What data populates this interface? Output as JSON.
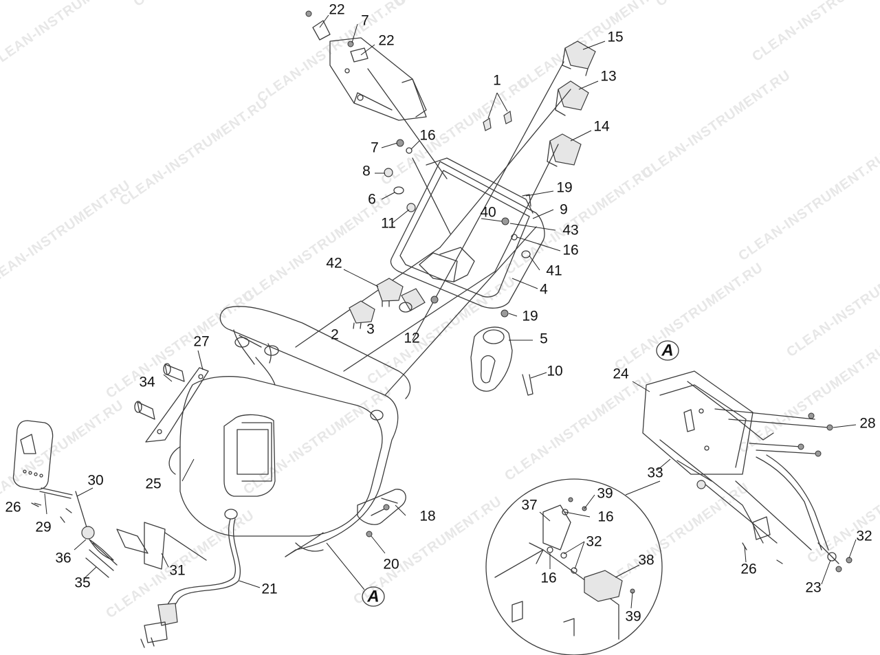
{
  "watermark": "CLEAN-INSTRUMENT.RU",
  "detail_marker": "A",
  "callouts": [
    "22",
    "7",
    "22",
    "15",
    "13",
    "1",
    "14",
    "7",
    "16",
    "8",
    "6",
    "11",
    "19",
    "9",
    "40",
    "43",
    "16",
    "41",
    "42",
    "4",
    "19",
    "2",
    "3",
    "12",
    "5",
    "10",
    "27",
    "34",
    "25",
    "18",
    "20",
    "21",
    "31",
    "30",
    "26",
    "29",
    "36",
    "35",
    "24",
    "28",
    "33",
    "37",
    "39",
    "16",
    "32",
    "16",
    "38",
    "39",
    "26",
    "32",
    "23"
  ]
}
